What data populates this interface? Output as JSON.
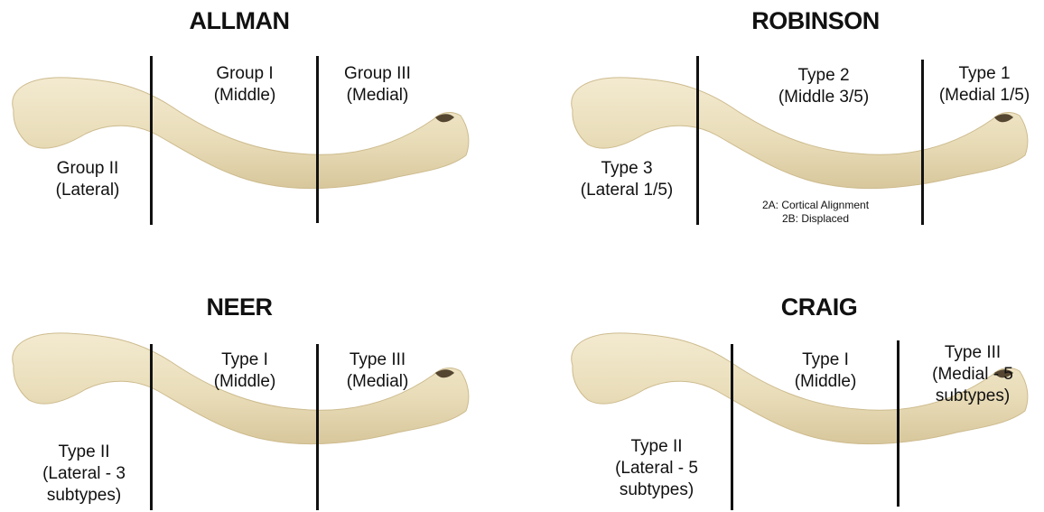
{
  "panels": {
    "allman": {
      "title": "ALLMAN",
      "middle": [
        "Group I",
        "(Middle)"
      ],
      "medial": [
        "Group III",
        "(Medial)"
      ],
      "lateral": [
        "Group II",
        "(Lateral)"
      ]
    },
    "robinson": {
      "title": "ROBINSON",
      "middle": [
        "Type 2",
        "(Middle 3/5)"
      ],
      "medial": [
        "Type 1",
        "(Medial 1/5)"
      ],
      "lateral": [
        "Type 3",
        "(Lateral 1/5)"
      ],
      "subtypes": [
        "2A: Cortical Alignment",
        "2B: Displaced"
      ]
    },
    "neer": {
      "title": "NEER",
      "middle": [
        "Type I",
        "(Middle)"
      ],
      "medial": [
        "Type III",
        "(Medial)"
      ],
      "lateral": [
        "Type II",
        "(Lateral - 3",
        "subtypes)"
      ]
    },
    "craig": {
      "title": "CRAIG",
      "middle": [
        "Type I",
        "(Middle)"
      ],
      "medial": [
        "Type III",
        "(Medial - 5",
        "subtypes)"
      ],
      "lateral": [
        "Type II",
        "(Lateral - 5",
        "subtypes)"
      ]
    }
  },
  "colors": {
    "bone": "#ece2c0",
    "bone_shade": "#d9caa0",
    "divider": "#111111",
    "text": "#111111"
  }
}
